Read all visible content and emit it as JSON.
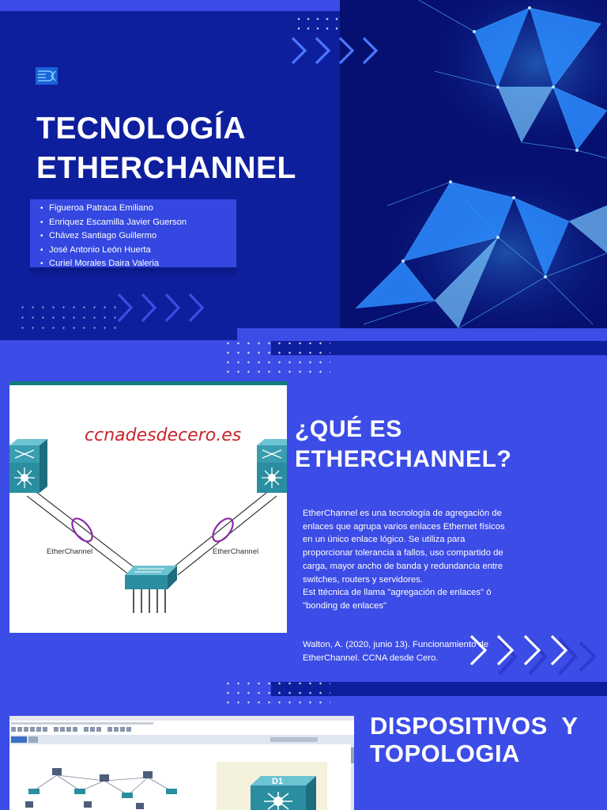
{
  "cover": {
    "title_line1": "TECNOLOGÍA",
    "title_line2": "ETHERCHANNEL",
    "authors": [
      "Figueroa Patraca Emiliano",
      "Enriquez Escamilla Javier Guerson",
      "Chávez Santiago Guillermo",
      "José Antonio León Huerta",
      "Curiel Morales Daira Valeria"
    ]
  },
  "section_what": {
    "title_line1": "¿QUÉ ES",
    "title_line2": "ETHERCHANNEL?",
    "diagram": {
      "site": "ccnadesdecero.es",
      "left_label": "EtherChannel",
      "right_label": "EtherChannel"
    },
    "definition_p1": "EtherChannel es una tecnología de agregación de enlaces que agrupa varios enlaces Ethernet físicos en un único enlace lógico. Se utiliza para proporcionar tolerancia a fallos, uso compartido de carga, mayor ancho de banda y redundancia entre switches, routers y servidores.",
    "definition_p2": "Est ttécnica de llama \"agregación de enlaces\" ó \"bonding de enlaces\"",
    "citation": "Walton, A. (2020, junio 13). Funcionamiento de EtherChannel. CCNA desde Cero."
  },
  "section_devices": {
    "title_line1": "DISPOSITIVOS  Y",
    "title_line2": "TOPOLOGIA",
    "device_label": "D1"
  },
  "colors": {
    "dark_blue": "#0e1f9e",
    "royal_blue": "#3c4ce6",
    "cyan_accent": "#1e90ff",
    "teal_switch": "#2a8ea0"
  }
}
